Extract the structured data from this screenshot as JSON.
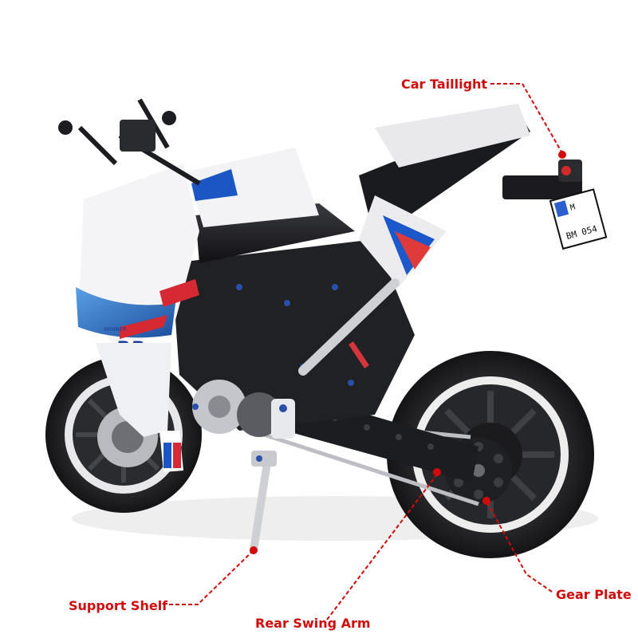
{
  "image": {
    "subject": "motorcycle-building-block-model",
    "accent_color": "#d10b0b"
  },
  "model": {
    "fairing_badge": "RR",
    "fairing_logo": "WINNER",
    "plate_text": "BM 054",
    "plate_prefix": "M"
  },
  "callouts": [
    {
      "label": "Car Taillight"
    },
    {
      "label": "Support Shelf"
    },
    {
      "label": "Rear Swing Arm"
    },
    {
      "label": "Gear Plate"
    }
  ]
}
